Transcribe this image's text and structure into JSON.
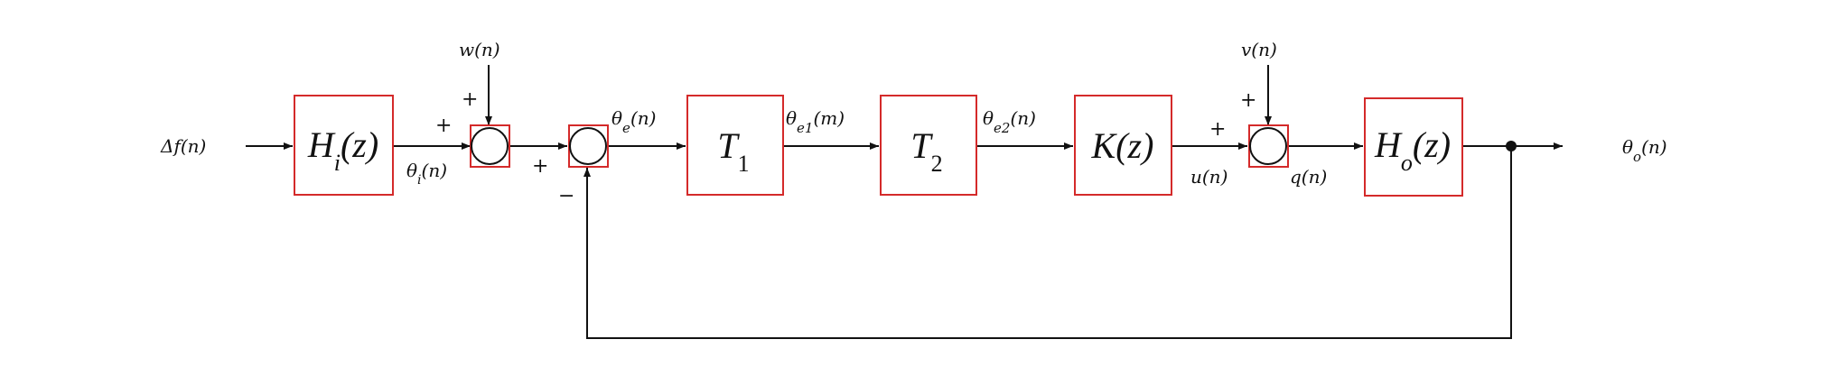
{
  "blocks": {
    "hi": {
      "name": "H",
      "sub": "i",
      "arg": "(z)"
    },
    "t1": {
      "name": "T",
      "sub": "1"
    },
    "t2": {
      "name": "T",
      "sub": "2"
    },
    "k": {
      "name": "K(z)"
    },
    "ho": {
      "name": "H",
      "sub": "o",
      "arg": "(z)"
    }
  },
  "signals": {
    "delta_f": "Δf(n)",
    "w": "w(n)",
    "theta_i": {
      "base": "θ",
      "sub": "i",
      "arg": "(n)"
    },
    "theta_e": {
      "base": "θ",
      "sub": "e",
      "arg": "(n)"
    },
    "theta_e1": {
      "base": "θ",
      "sub": "e1",
      "arg": "(m)"
    },
    "theta_e2": {
      "base": "θ",
      "sub": "e2",
      "arg": "(n)"
    },
    "v": "v(n)",
    "u": "u(n)",
    "q": "q(n)",
    "theta_o": {
      "base": "θ",
      "sub": "o",
      "arg": "(n)"
    }
  },
  "signs": {
    "plus": "+",
    "minus": "−"
  },
  "colors": {
    "block_border": "#d42a2a",
    "line": "#111111"
  }
}
